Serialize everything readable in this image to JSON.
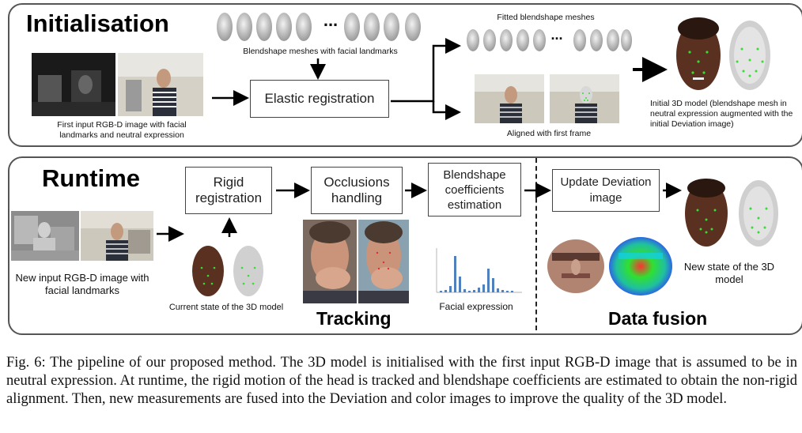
{
  "init": {
    "title": "Initialisation",
    "blendshape_label": "Blendshape meshes with facial landmarks",
    "elastic_label": "Elastic registration",
    "first_input_caption": "First input RGB-D image with facial landmarks and neutral expression",
    "fitted_label": "Fitted blendshape meshes",
    "aligned_label": "Aligned with first frame",
    "initial_model_caption": "Initial 3D model (blendshape mesh in neutral expression augmented with the initial Deviation image)",
    "ellipsis": "..."
  },
  "runtime": {
    "title": "Runtime",
    "rigid_label": "Rigid registration",
    "occlusions_label": "Occlusions handling",
    "coefficients_label": "Blendshape coefficients estimation",
    "update_label": "Update Deviation image",
    "new_input_caption": "New input RGB-D image with facial landmarks",
    "current_state_caption": "Current state of the 3D model",
    "facial_expression_label": "Facial expression",
    "new_state_caption": "New state of the 3D model",
    "tracking_label": "Tracking",
    "data_fusion_label": "Data fusion"
  },
  "caption": "Fig. 6: The pipeline of our proposed method. The 3D model is initialised with the first input RGB-D image that is assumed to be in neutral expression. At runtime, the rigid motion of the head is tracked and blendshape coefficients are estimated to obtain the non-rigid alignment. Then, new measurements are fused into the Deviation and color images to improve the quality of the 3D model.",
  "colors": {
    "panel_border": "#555555",
    "mesh_grey": "#c8c8c8",
    "landmark_green": "#33dd33",
    "bar_blue": "#4f81bd"
  },
  "icons": [
    "arrow-right-icon",
    "arrow-up-icon",
    "arrow-down-icon"
  ]
}
